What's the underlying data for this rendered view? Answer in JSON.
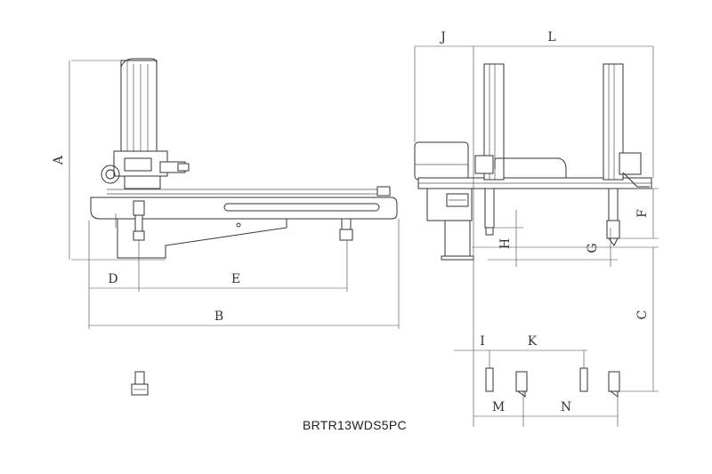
{
  "model_label": "BRTR13WDS5PC",
  "dimension_labels": {
    "A": "A",
    "B": "B",
    "C": "C",
    "D": "D",
    "E": "E",
    "F": "F",
    "G": "G",
    "H": "H",
    "I": "I",
    "J": "J",
    "K": "K",
    "L": "L",
    "M": "M",
    "N": "N"
  },
  "colors": {
    "line": "#333333",
    "background": "#ffffff"
  }
}
